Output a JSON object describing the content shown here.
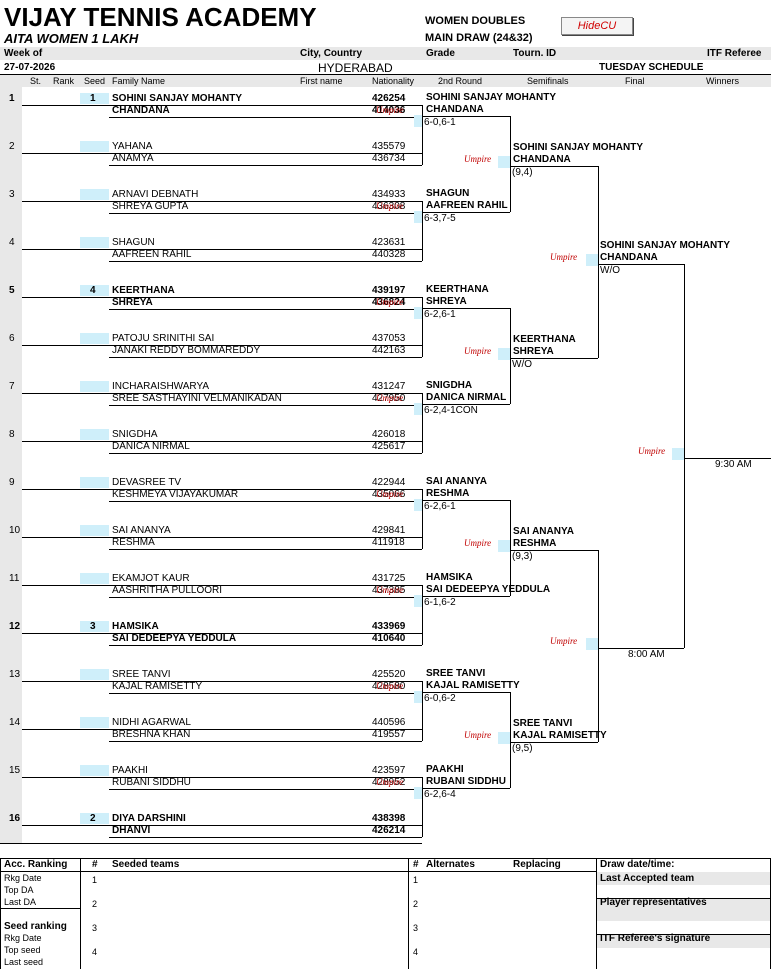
{
  "header": {
    "title": "VIJAY TENNIS ACADEMY",
    "subtitle": "AITA WOMEN 1 LAKH",
    "event": "WOMEN DOUBLES",
    "draw": "MAIN DRAW (24&32)",
    "hide_button": "HideCU",
    "labels": {
      "week_of": "Week of",
      "city": "City, Country",
      "grade": "Grade",
      "tourn_id": "Tourn. ID",
      "referee": "ITF Referee"
    },
    "date": "27-07-2026",
    "city_value": "HYDERABAD",
    "schedule": "TUESDAY SCHEDULE",
    "columns": {
      "st": "St.",
      "rank": "Rank",
      "seed": "Seed",
      "family": "Family Name",
      "first": "First name",
      "nat": "Nationality",
      "r2": "2nd Round",
      "sf": "Semifinals",
      "final": "Final",
      "winners": "Winners"
    }
  },
  "umpire_label": "Umpire",
  "draw_entries": [
    {
      "no": "1",
      "seed": "1",
      "p1": "SOHINI SANJAY MOHANTY",
      "id1": "426254",
      "p2": "CHANDANA",
      "id2": "414036"
    },
    {
      "no": "2",
      "seed": "",
      "p1": "YAHANA",
      "id1": "435579",
      "p2": "ANAMYA",
      "id2": "436734"
    },
    {
      "no": "3",
      "seed": "",
      "p1": "ARNAVI DEBNATH",
      "id1": "434933",
      "p2": "SHREYA GUPTA",
      "id2": "436308"
    },
    {
      "no": "4",
      "seed": "",
      "p1": "SHAGUN",
      "id1": "423631",
      "p2": "AAFREEN RAHIL",
      "id2": "440328"
    },
    {
      "no": "5",
      "seed": "4",
      "p1": "KEERTHANA",
      "id1": "439197",
      "p2": "SHREYA",
      "id2": "436824"
    },
    {
      "no": "6",
      "seed": "",
      "p1": "PATOJU SRINITHI SAI",
      "id1": "437053",
      "p2": "JANAKI REDDY BOMMAREDDY",
      "id2": "442163"
    },
    {
      "no": "7",
      "seed": "",
      "p1": "INCHARAISHWARYA",
      "id1": "431247",
      "p2": "SREE SASTHAYINI VELMANIKADAN",
      "id2": "427950"
    },
    {
      "no": "8",
      "seed": "",
      "p1": "SNIGDHA",
      "id1": "426018",
      "p2": "DANICA NIRMAL",
      "id2": "425617"
    },
    {
      "no": "9",
      "seed": "",
      "p1": "DEVASREE TV",
      "id1": "422944",
      "p2": "KESHMEYA VIJAYAKUMAR",
      "id2": "435066"
    },
    {
      "no": "10",
      "seed": "",
      "p1": "SAI ANANYA",
      "id1": "429841",
      "p2": "RESHMA",
      "id2": "411918"
    },
    {
      "no": "11",
      "seed": "",
      "p1": "EKAMJOT KAUR",
      "id1": "431725",
      "p2": "AASHRITHA PULLOORI",
      "id2": "437385"
    },
    {
      "no": "12",
      "seed": "3",
      "p1": "HAMSIKA",
      "id1": "433969",
      "p2": "SAI DEDEEPYA YEDDULA",
      "id2": "410640"
    },
    {
      "no": "13",
      "seed": "",
      "p1": "SREE TANVI",
      "id1": "425520",
      "p2": "KAJAL RAMISETTY",
      "id2": "428580"
    },
    {
      "no": "14",
      "seed": "",
      "p1": "NIDHI AGARWAL",
      "id1": "440596",
      "p2": "BRESHNA KHAN",
      "id2": "419557"
    },
    {
      "no": "15",
      "seed": "",
      "p1": "PAAKHI",
      "id1": "423597",
      "p2": "RUBANI SIDDHU",
      "id2": "428952"
    },
    {
      "no": "16",
      "seed": "2",
      "p1": "DIYA DARSHINI",
      "id1": "438398",
      "p2": "DHANVI",
      "id2": "426214"
    }
  ],
  "round2": [
    {
      "p1": "SOHINI SANJAY MOHANTY",
      "p2": "CHANDANA",
      "score": "6-0,6-1"
    },
    {
      "p1": "SHAGUN",
      "p2": "AAFREEN RAHIL",
      "score": "6-3,7-5"
    },
    {
      "p1": "KEERTHANA",
      "p2": "SHREYA",
      "score": "6-2,6-1"
    },
    {
      "p1": "SNIGDHA",
      "p2": "DANICA NIRMAL",
      "score": "6-2,4-1CON"
    },
    {
      "p1": "SAI ANANYA",
      "p2": "RESHMA",
      "score": "6-2,6-1"
    },
    {
      "p1": "HAMSIKA",
      "p2": "SAI DEDEEPYA YEDDULA",
      "score": "6-1,6-2"
    },
    {
      "p1": "SREE TANVI",
      "p2": "KAJAL RAMISETTY",
      "score": "6-0,6-2"
    },
    {
      "p1": "PAAKHI",
      "p2": "RUBANI SIDDHU",
      "score": "6-2,6-4"
    }
  ],
  "semis": [
    {
      "p1": "SOHINI SANJAY MOHANTY",
      "p2": "CHANDANA",
      "score": "(9,4)"
    },
    {
      "p1": "KEERTHANA",
      "p2": "SHREYA",
      "score": "W/O"
    },
    {
      "p1": "SAI ANANYA",
      "p2": "RESHMA",
      "score": "(9,3)"
    },
    {
      "p1": "SREE TANVI",
      "p2": "KAJAL RAMISETTY",
      "score": "(9,5)"
    }
  ],
  "finals": [
    {
      "p1": "SOHINI SANJAY MOHANTY",
      "p2": "CHANDANA",
      "score": "W/O"
    },
    {
      "p1": "",
      "p2": "",
      "score": "8:00 AM"
    }
  ],
  "final_time": "9:30 AM",
  "footer": {
    "acc_ranking": "Acc. Ranking",
    "rkg_date": "Rkg Date",
    "top_da": "Top DA",
    "last_da": "Last DA",
    "seed_ranking": "Seed ranking",
    "top_seed": "Top seed",
    "last_seed": "Last seed",
    "hash": "#",
    "seeded_teams": "Seeded teams",
    "alternates": "Alternates",
    "replacing": "Replacing",
    "draw_date": "Draw date/time:",
    "last_accepted": "Last Accepted team",
    "player_reps": "Player representatives",
    "referee_sig": "ITF Referee's signature",
    "nums": [
      "1",
      "2",
      "3",
      "4"
    ]
  }
}
